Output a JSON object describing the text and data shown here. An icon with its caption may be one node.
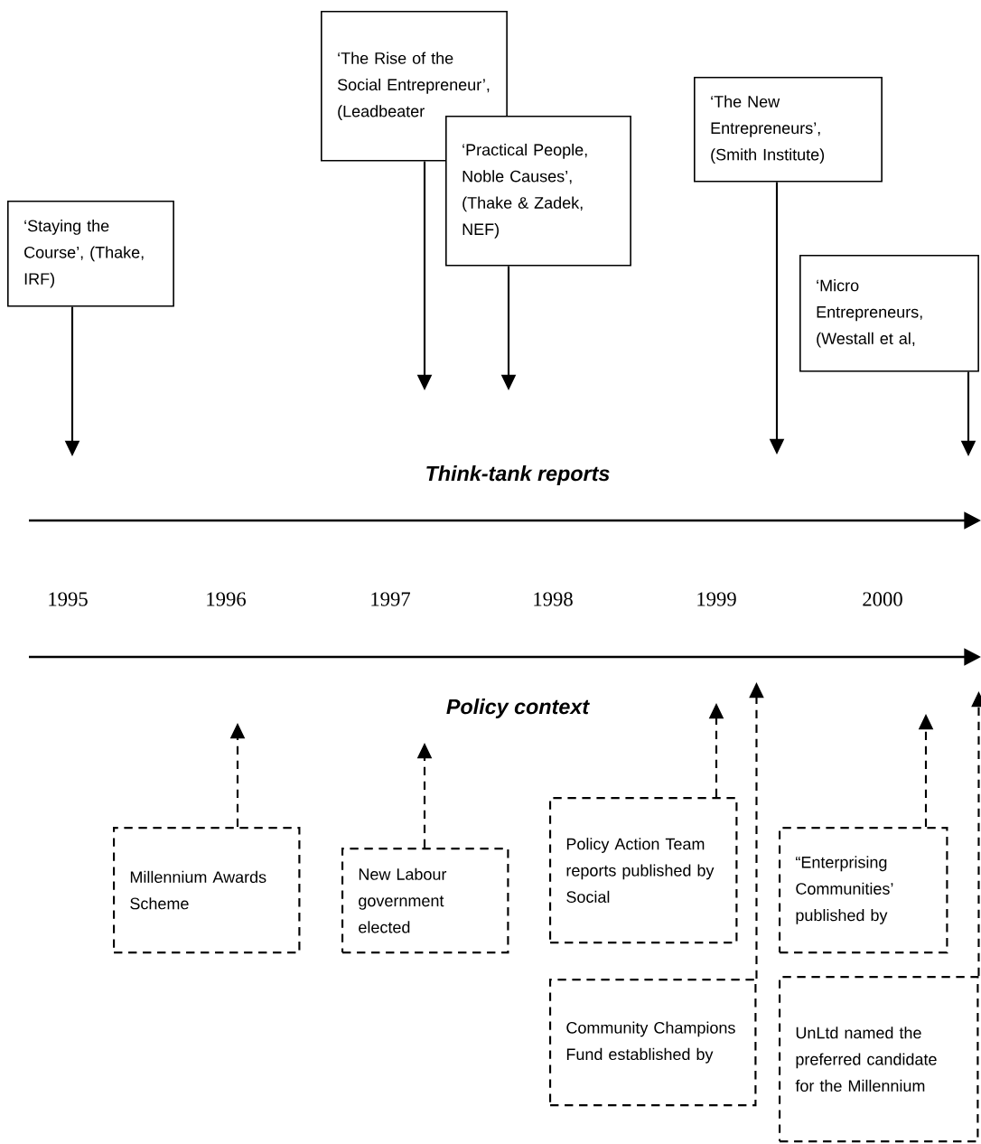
{
  "diagram": {
    "nodes": [
      {
        "text": [
          "‘Staying the Course’, (Thake, IRF)"
        ]
      },
      {
        "text": [
          "‘The Rise of the Social Entrepreneur’, (Leadbeater"
        ]
      },
      {
        "text": [
          "‘Practical People, Noble Causes’, (Thake & Zadek, NEF)"
        ]
      },
      {
        "text": [
          "‘The New Entrepreneurs’, (Smith Institute)"
        ]
      },
      {
        "text": [
          "‘Micro Entrepreneurs, (Westall et al,"
        ]
      },
      {
        "text": [
          "Millennium Awards Scheme"
        ]
      },
      {
        "text": [
          "New Labour government elected"
        ]
      },
      {
        "text": [
          "Policy Action Team reports published by Social"
        ]
      },
      {
        "text": [
          "“Enterprising Communities’ published by"
        ]
      },
      {
        "text": [
          "Community Champions Fund established by"
        ]
      },
      {
        "text": [
          "UnLtd named the preferred candidate for the Millennium"
        ]
      }
    ],
    "edges": [
      {
        "from": 0,
        "to": null,
        "arrow": "to"
      },
      {
        "from": 1,
        "to": null,
        "arrow": "to"
      },
      {
        "from": 2,
        "to": null,
        "arrow": "to"
      },
      {
        "from": 3,
        "to": null,
        "arrow": "to"
      },
      {
        "from": 4,
        "to": null,
        "arrow": "to"
      },
      {
        "from": 5,
        "to": null,
        "arrow": "to",
        "style": "dashed"
      },
      {
        "from": 6,
        "to": null,
        "arrow": "to",
        "style": "dashed"
      },
      {
        "from": 7,
        "to": null,
        "arrow": "to",
        "style": "dashed"
      },
      {
        "from": 8,
        "to": null,
        "arrow": "to",
        "style": "dashed"
      },
      {
        "from": 9,
        "to": null,
        "arrow": "to",
        "style": "dashed"
      },
      {
        "from": 10,
        "to": null,
        "arrow": "to",
        "style": "dashed"
      }
    ],
    "labels": [
      "Think-tank reports",
      "1995",
      "1996",
      "1997",
      "1998",
      "1999",
      "2000",
      "Policy context"
    ]
  }
}
